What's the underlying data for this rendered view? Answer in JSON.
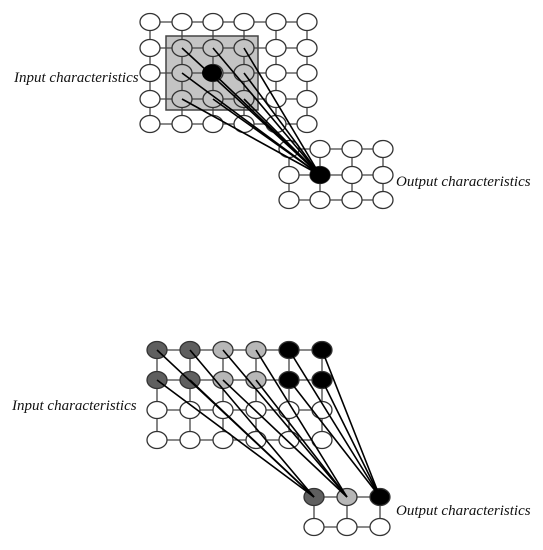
{
  "top_panel": {
    "input_label": "Input characteristics",
    "output_label": "Output characteristics"
  },
  "bottom_panel": {
    "input_label": "Input characteristics",
    "output_label": "Output characteristics"
  },
  "colors": {
    "node_fill": "#ffffff",
    "node_stroke": "#333333",
    "grid_line": "#444444",
    "window_fill": "#c4c4c4",
    "active_node": "#000000",
    "dark_gray_node": "#5f5f5f",
    "light_gray_node": "#b7b7b7",
    "link": "#000000"
  }
}
